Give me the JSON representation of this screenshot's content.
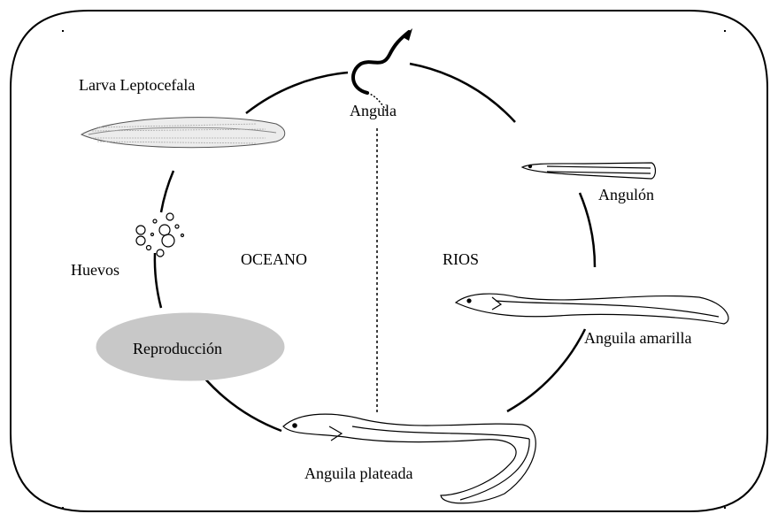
{
  "labels": {
    "larva": "Larva Leptocefala",
    "angula": "Angula",
    "angulon": "Angulón",
    "huevos": "Huevos",
    "oceano": "OCEANO",
    "rios": "RIOS",
    "reproduccion": "Reproducción",
    "anguila_amarilla": "Anguila amarilla",
    "anguila_plateada": "Anguila plateada"
  },
  "colors": {
    "line": "#000000",
    "background": "#ffffff",
    "reproduction_fill": "#c8c8c8"
  }
}
